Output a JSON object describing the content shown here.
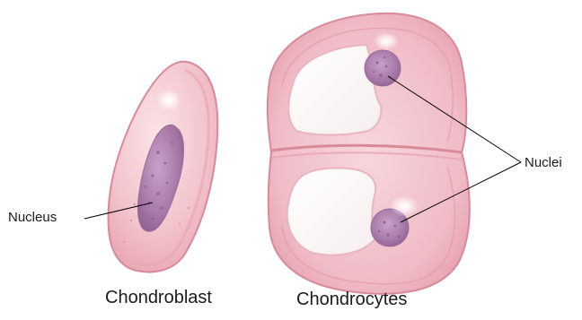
{
  "labels": {
    "nucleus": "Nucleus",
    "nuclei": "Nuclei"
  },
  "captions": {
    "chondroblast": "Chondroblast",
    "chondrocytes": "Chondrocytes"
  },
  "colors": {
    "cell_fill": "#f3c7ce",
    "cell_edge": "#d98a99",
    "cytoplasm_shade": "#e7a3b0",
    "nucleus_fill": "#a774a6",
    "nucleus_speckle": "#8a4f88",
    "lacuna_fill": "#fbf7f7",
    "leader_line": "#000000"
  }
}
